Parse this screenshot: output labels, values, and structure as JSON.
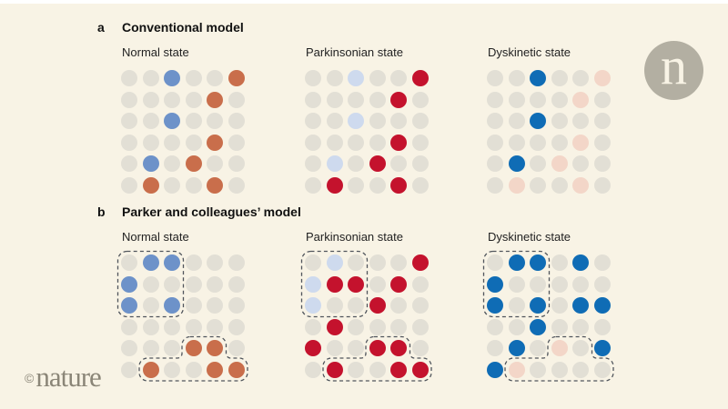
{
  "canvas": {
    "background": "#f8f3e5",
    "top_strip": "#ffffff"
  },
  "palette": {
    "g": "#e2dfd5",
    "b": "#6d92c9",
    "o": "#c96e4b",
    "pb": "#cedaee",
    "r": "#c4122d",
    "db": "#0f6cb5",
    "pp": "#f3d6c8",
    "cluster_outline": "#50555c"
  },
  "palette_legend": {
    "g": "inactive-neuron-gray",
    "b": "active-blue-medium",
    "o": "active-orange",
    "pb": "pale-blue-weak",
    "r": "strong-red",
    "db": "strong-dark-blue",
    "pp": "pale-pink-weak"
  },
  "panels": [
    {
      "label": "a",
      "title": "Conventional model",
      "grids": [
        {
          "state": "Normal state",
          "clustered": false,
          "cells": [
            [
              "g",
              "g",
              "b",
              "g",
              "g",
              "o"
            ],
            [
              "g",
              "g",
              "g",
              "g",
              "o",
              "g"
            ],
            [
              "g",
              "g",
              "b",
              "g",
              "g",
              "g"
            ],
            [
              "g",
              "g",
              "g",
              "g",
              "o",
              "g"
            ],
            [
              "g",
              "b",
              "g",
              "o",
              "g",
              "g"
            ],
            [
              "g",
              "o",
              "g",
              "g",
              "o",
              "g"
            ]
          ]
        },
        {
          "state": "Parkinsonian state",
          "clustered": false,
          "cells": [
            [
              "g",
              "g",
              "pb",
              "g",
              "g",
              "r"
            ],
            [
              "g",
              "g",
              "g",
              "g",
              "r",
              "g"
            ],
            [
              "g",
              "g",
              "pb",
              "g",
              "g",
              "g"
            ],
            [
              "g",
              "g",
              "g",
              "g",
              "r",
              "g"
            ],
            [
              "g",
              "pb",
              "g",
              "r",
              "g",
              "g"
            ],
            [
              "g",
              "r",
              "g",
              "g",
              "r",
              "g"
            ]
          ]
        },
        {
          "state": "Dyskinetic state",
          "clustered": false,
          "cells": [
            [
              "g",
              "g",
              "db",
              "g",
              "g",
              "pp"
            ],
            [
              "g",
              "g",
              "g",
              "g",
              "pp",
              "g"
            ],
            [
              "g",
              "g",
              "db",
              "g",
              "g",
              "g"
            ],
            [
              "g",
              "g",
              "g",
              "g",
              "pp",
              "g"
            ],
            [
              "g",
              "db",
              "g",
              "pp",
              "g",
              "g"
            ],
            [
              "g",
              "pp",
              "g",
              "g",
              "pp",
              "g"
            ]
          ]
        }
      ]
    },
    {
      "label": "b",
      "title": "Parker and colleagues’ model",
      "grids": [
        {
          "state": "Normal state",
          "clustered": true,
          "cells": [
            [
              "g",
              "b",
              "b",
              "g",
              "g",
              "g"
            ],
            [
              "b",
              "g",
              "g",
              "g",
              "g",
              "g"
            ],
            [
              "b",
              "g",
              "b",
              "g",
              "g",
              "g"
            ],
            [
              "g",
              "g",
              "g",
              "g",
              "g",
              "g"
            ],
            [
              "g",
              "g",
              "g",
              "o",
              "o",
              "g"
            ],
            [
              "g",
              "o",
              "g",
              "g",
              "o",
              "o"
            ]
          ]
        },
        {
          "state": "Parkinsonian state",
          "clustered": true,
          "cells": [
            [
              "g",
              "pb",
              "g",
              "g",
              "g",
              "r"
            ],
            [
              "pb",
              "r",
              "r",
              "g",
              "r",
              "g"
            ],
            [
              "pb",
              "g",
              "g",
              "r",
              "g",
              "g"
            ],
            [
              "g",
              "r",
              "g",
              "g",
              "g",
              "g"
            ],
            [
              "r",
              "g",
              "g",
              "r",
              "r",
              "g"
            ],
            [
              "g",
              "r",
              "g",
              "g",
              "r",
              "r"
            ]
          ]
        },
        {
          "state": "Dyskinetic state",
          "clustered": true,
          "cells": [
            [
              "g",
              "db",
              "db",
              "g",
              "db",
              "g"
            ],
            [
              "db",
              "g",
              "g",
              "g",
              "g",
              "g"
            ],
            [
              "db",
              "g",
              "db",
              "g",
              "db",
              "db"
            ],
            [
              "g",
              "g",
              "db",
              "g",
              "g",
              "g"
            ],
            [
              "g",
              "db",
              "g",
              "pp",
              "g",
              "db"
            ],
            [
              "db",
              "pp",
              "g",
              "g",
              "g",
              "g"
            ]
          ]
        }
      ]
    }
  ],
  "branding": {
    "copyright": "©",
    "wordmark": "nature",
    "logo_letter": "n"
  }
}
